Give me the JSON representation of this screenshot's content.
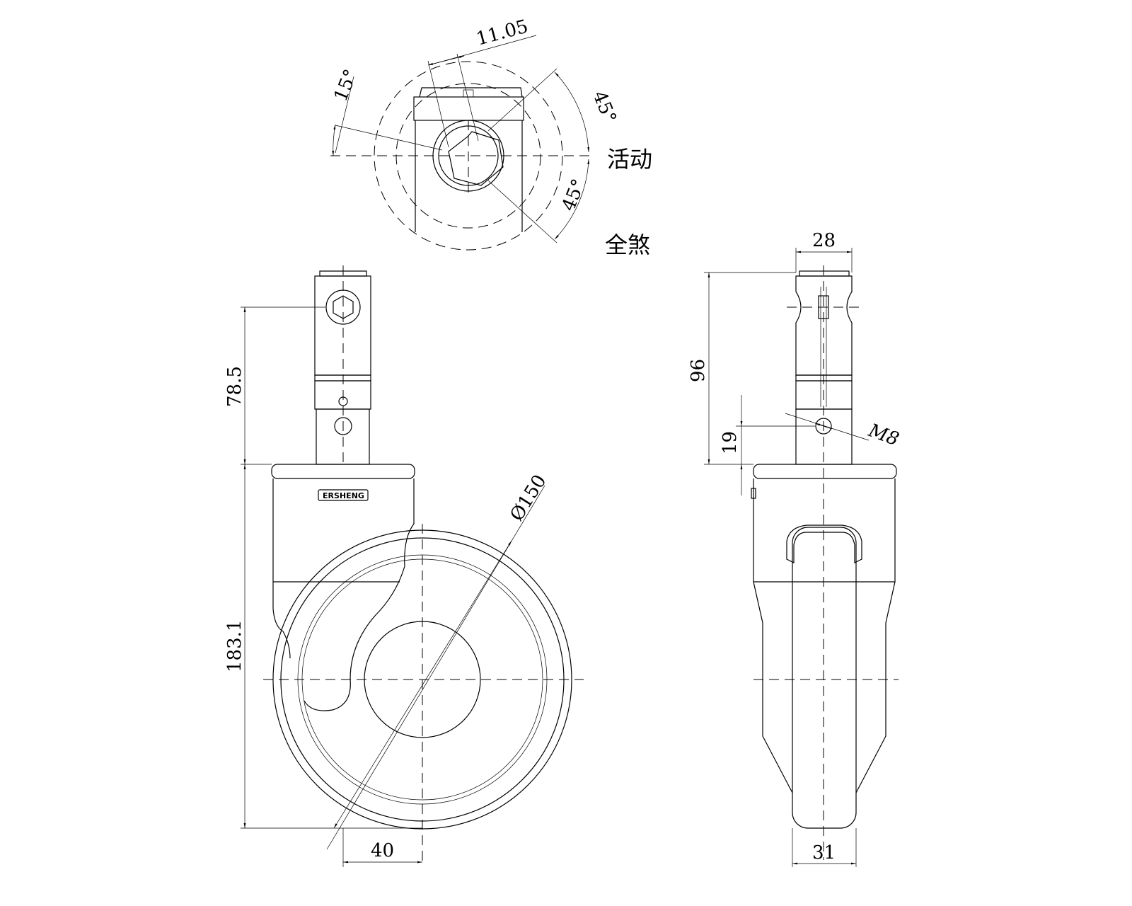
{
  "top_view": {
    "dim_width": "11.05",
    "angle_left": "15°",
    "angle_upper_right": "45°",
    "angle_lower_right": "45°",
    "label_swivel": "活动",
    "label_total_lock": "全煞"
  },
  "side_view": {
    "dim_hex_height": "78.5",
    "dim_overall_height": "183.1",
    "dim_diameter": "Ø150",
    "dim_offset": "40",
    "brand_logo": "ERSHENG"
  },
  "front_view": {
    "dim_stem_width": "28",
    "dim_stem_height": "96",
    "dim_hole_height": "19",
    "dim_thread": "M8",
    "dim_wheel_width": "31"
  }
}
